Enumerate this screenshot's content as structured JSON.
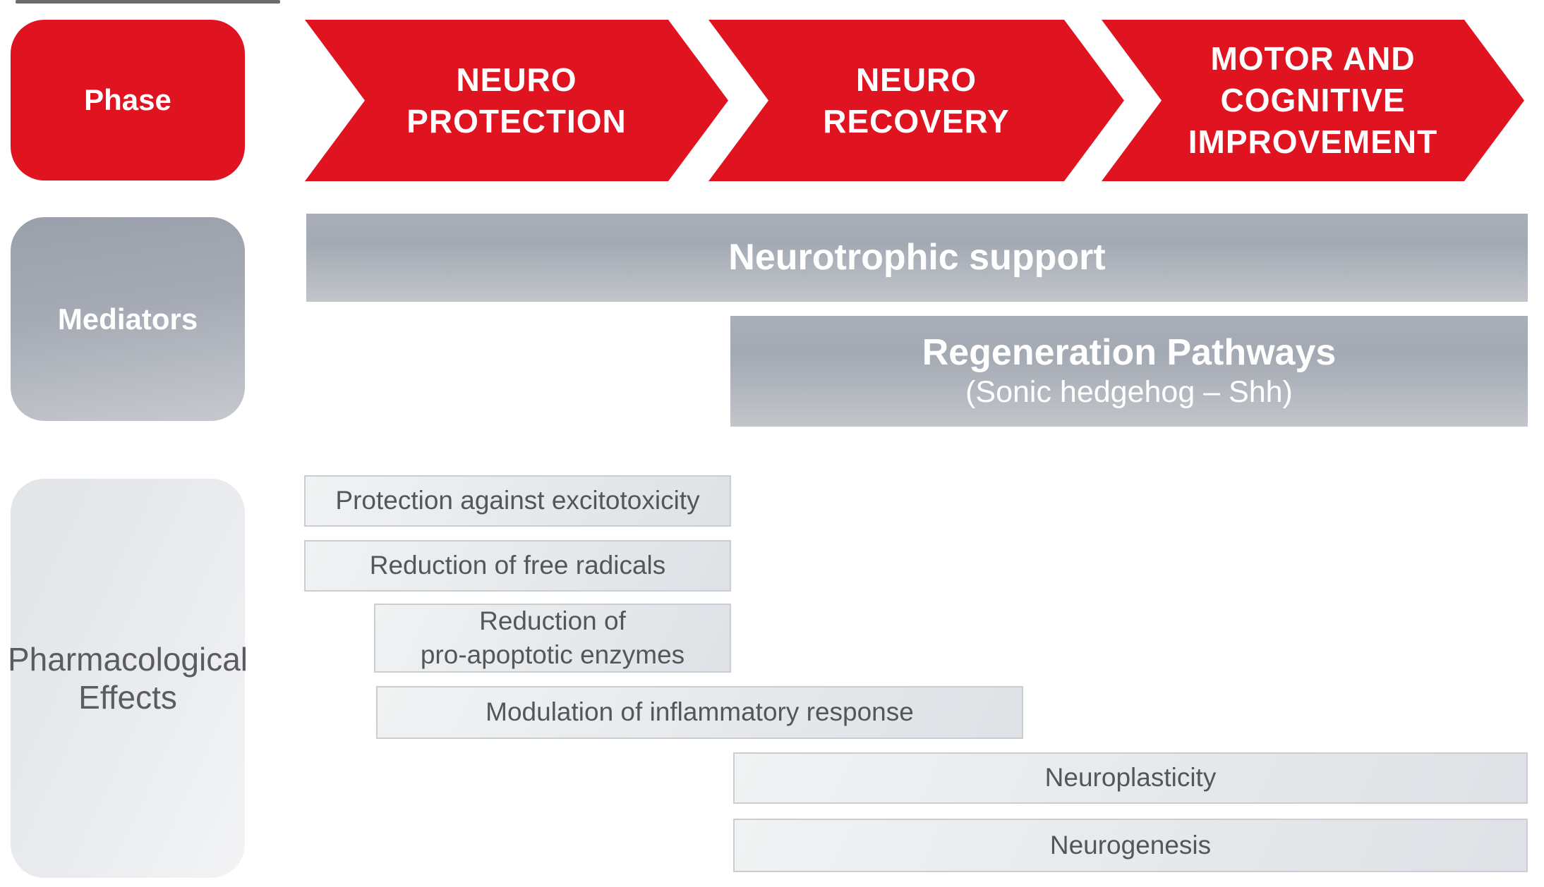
{
  "palette": {
    "accent_red": "#e01321",
    "mediator_gray_top": "#9aa0ab",
    "mediator_gray_bottom": "#c6c9ce",
    "effect_bar_fill": "#e7eaec",
    "effect_bar_border": "#cacdd2",
    "effect_text_gray": "#55565b",
    "pharm_text_gray": "#5b5c5f",
    "text_white": "#ffffff"
  },
  "row_labels": {
    "phase": "Phase",
    "mediators": "Mediators",
    "effects": "Pharmacological\nEffects"
  },
  "phases": [
    {
      "label": "NEURO\nPROTECTION"
    },
    {
      "label": "NEURO\nRECOVERY"
    },
    {
      "label": "MOTOR AND\nCOGNITIVE\nIMPROVEMENT"
    }
  ],
  "mediators": [
    {
      "title": "Neurotrophic support",
      "subtitle": ""
    },
    {
      "title": "Regeneration Pathways",
      "subtitle": "(Sonic hedgehog – Shh)"
    }
  ],
  "effects": [
    {
      "label": "Protection against excitotoxicity"
    },
    {
      "label": "Reduction of free radicals"
    },
    {
      "label": "Reduction of\npro-apoptotic enzymes"
    },
    {
      "label": "Modulation of inflammatory response"
    },
    {
      "label": "Neuroplasticity"
    },
    {
      "label": "Neurogenesis"
    }
  ]
}
